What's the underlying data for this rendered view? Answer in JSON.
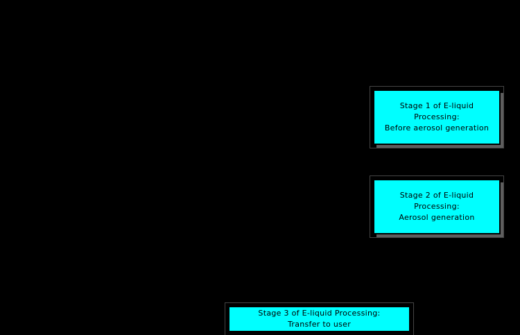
{
  "diagram": {
    "title": "E-liquid processing stages flowchart",
    "background_color": "#000000",
    "colors": {
      "node_fill": "#00ffff",
      "node_border": "#000000",
      "node_text": "#000000",
      "drop_shadow": "#5e5e5e",
      "outer_outline": "#454545"
    },
    "nodes": [
      {
        "id": "stage-1",
        "label": "Stage 1 of E-liquid\nProcessing:\nBefore aerosol generation",
        "has_shadow": true
      },
      {
        "id": "stage-2",
        "label": "Stage 2 of E-liquid\nProcessing:\nAerosol generation",
        "has_shadow": true
      },
      {
        "id": "stage-3",
        "label": "Stage 3 of E-liquid Processing:\nTransfer to user",
        "has_shadow": false
      }
    ]
  }
}
